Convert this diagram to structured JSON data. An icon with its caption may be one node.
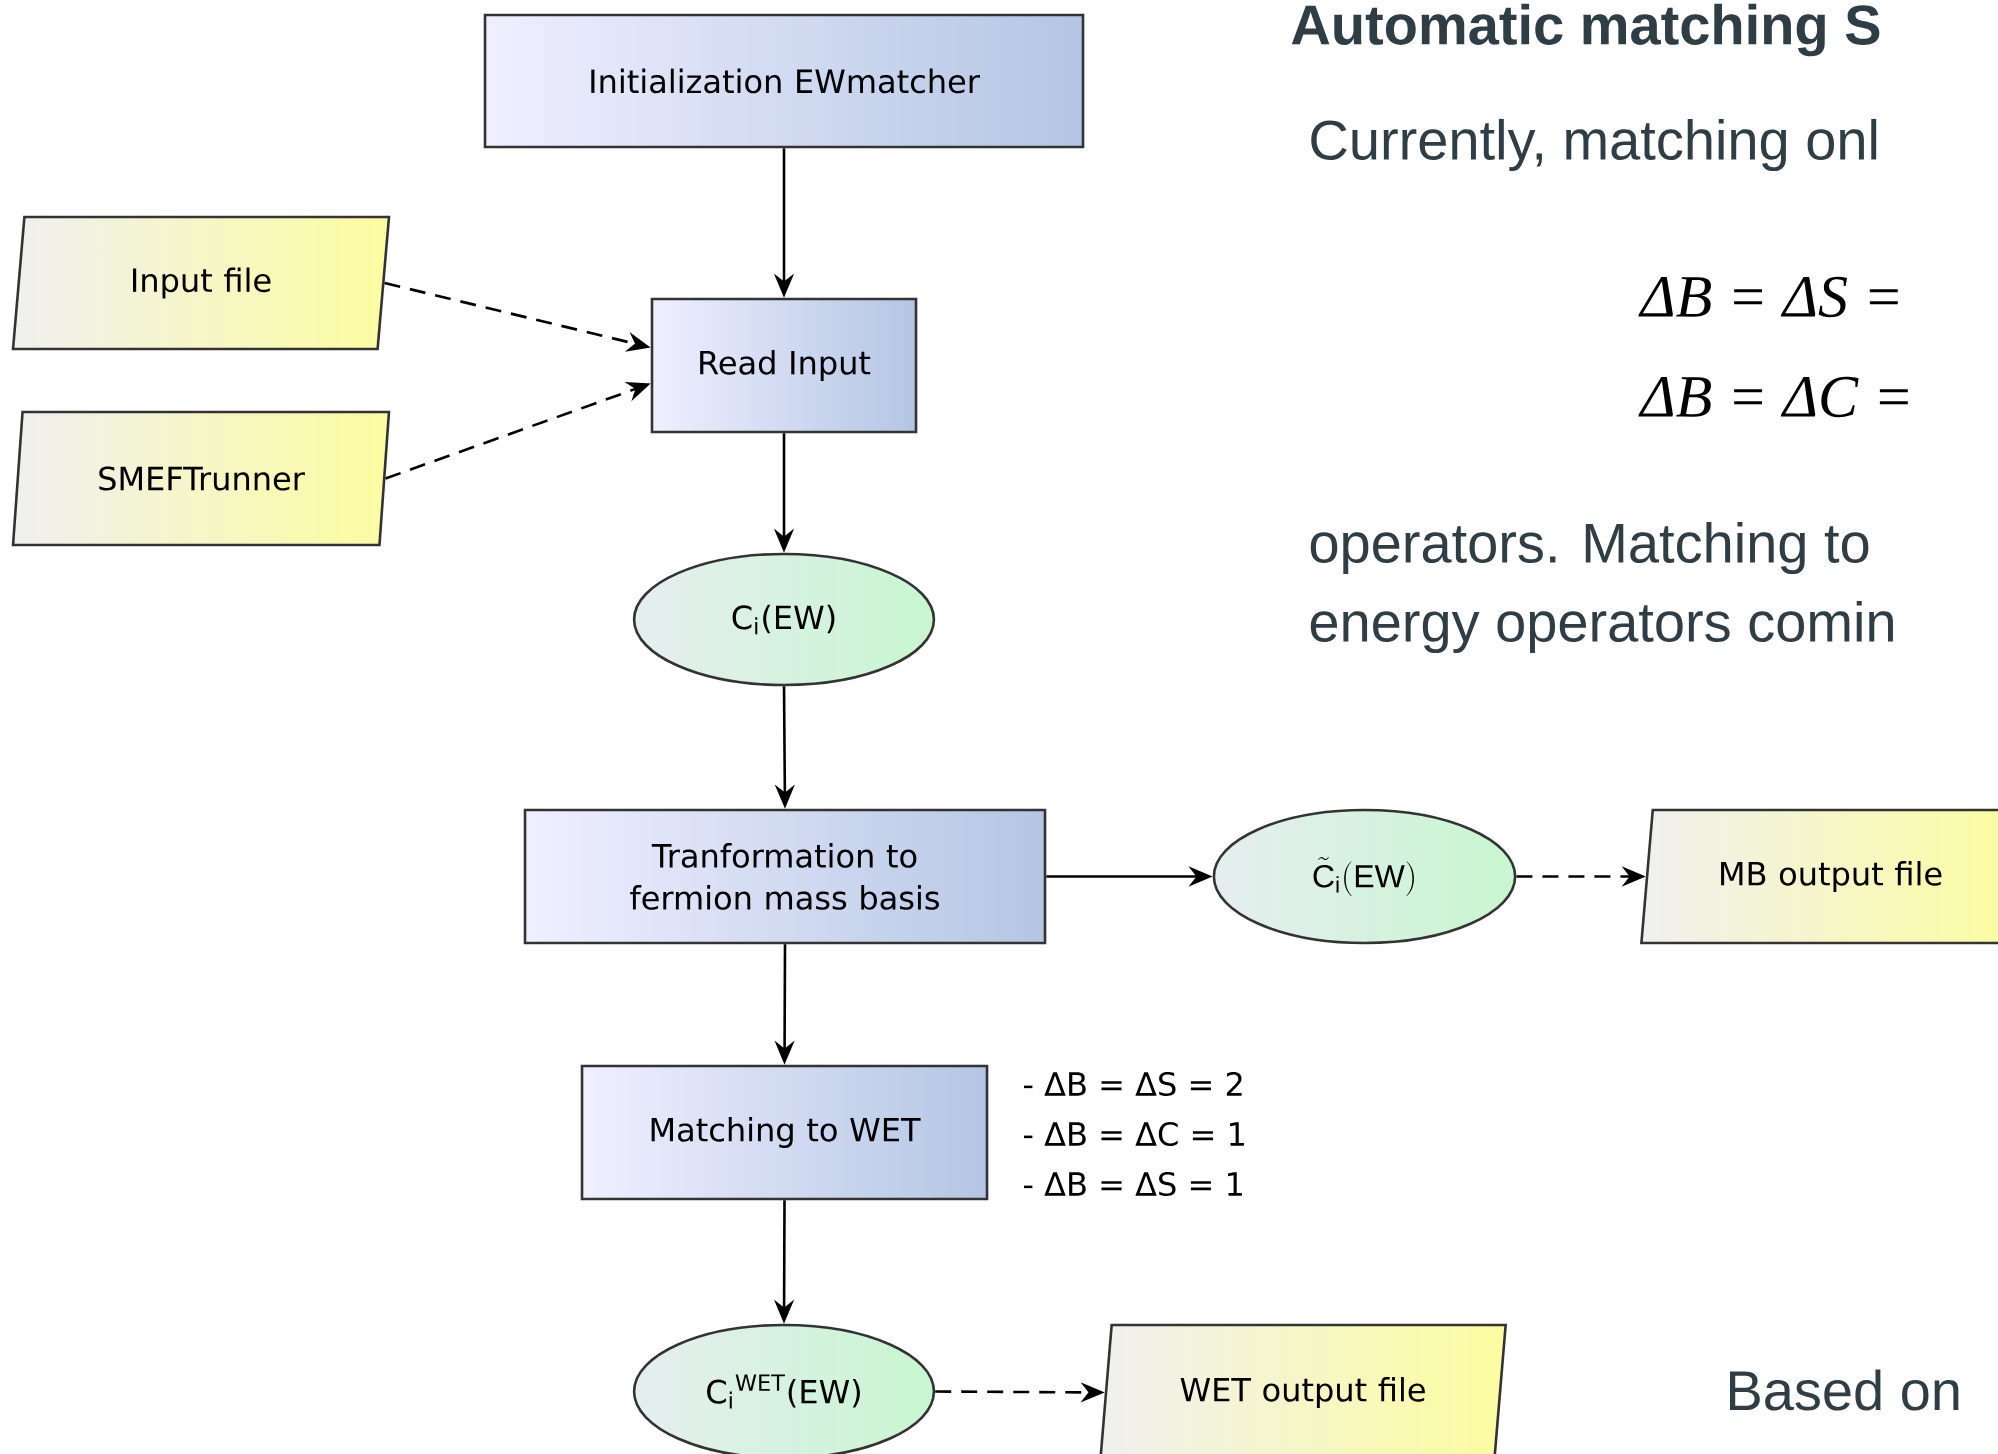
{
  "diagram": {
    "nodes": [
      {
        "text": [
          "Initialization EWmatcher"
        ]
      },
      {
        "text": [
          "Input file"
        ]
      },
      {
        "text": [
          "SMEFTrunner"
        ]
      },
      {
        "text": [
          "Read Input"
        ]
      },
      {
        "text": [
          "C$_{i}$(EW)"
        ]
      },
      {
        "text": [
          "Tranformation to fermion mass basis"
        ]
      },
      {
        "text": [
          "\\tilde{\\mathrm{C}}_{\\mathrm{i}}\\mathrm{(EW)}"
        ]
      },
      {
        "text": [
          "MB output file"
        ]
      },
      {
        "text": [
          "Matching to WET"
        ],
        "beside": [
          "- ΔB = ΔS = 2",
          "- ΔB = ΔC = 1",
          "- ΔB = ΔS = 1"
        ]
      },
      {
        "text": [
          "C$_{i}$$^{WET}$(EW)"
        ]
      },
      {
        "text": [
          "WET output file"
        ]
      }
    ],
    "edges": [
      {
        "from": 0,
        "to": 3,
        "arrow": "to"
      },
      {
        "from": 1,
        "to": 3,
        "arrow": "to",
        "style": "dashed"
      },
      {
        "from": 2,
        "to": 3,
        "arrow": "to",
        "style": "dashed"
      },
      {
        "from": 3,
        "to": 4,
        "arrow": "to"
      },
      {
        "from": 4,
        "to": 5,
        "arrow": "to"
      },
      {
        "from": 5,
        "to": 6,
        "arrow": "to"
      },
      {
        "from": 6,
        "to": 7,
        "arrow": "to",
        "style": "dashed"
      },
      {
        "from": 5,
        "to": 8,
        "arrow": "to"
      },
      {
        "from": 8,
        "to": 9,
        "arrow": "to"
      },
      {
        "from": 9,
        "to": 10,
        "arrow": "to",
        "style": "dashed"
      }
    ],
    "labels": [
      "Automatic matching S",
      "Currently, matching onl",
      "ΔB = ΔS =",
      "ΔB = ΔC =",
      "operators. Matching to",
      "energy operators comin",
      "Based on"
    ]
  }
}
